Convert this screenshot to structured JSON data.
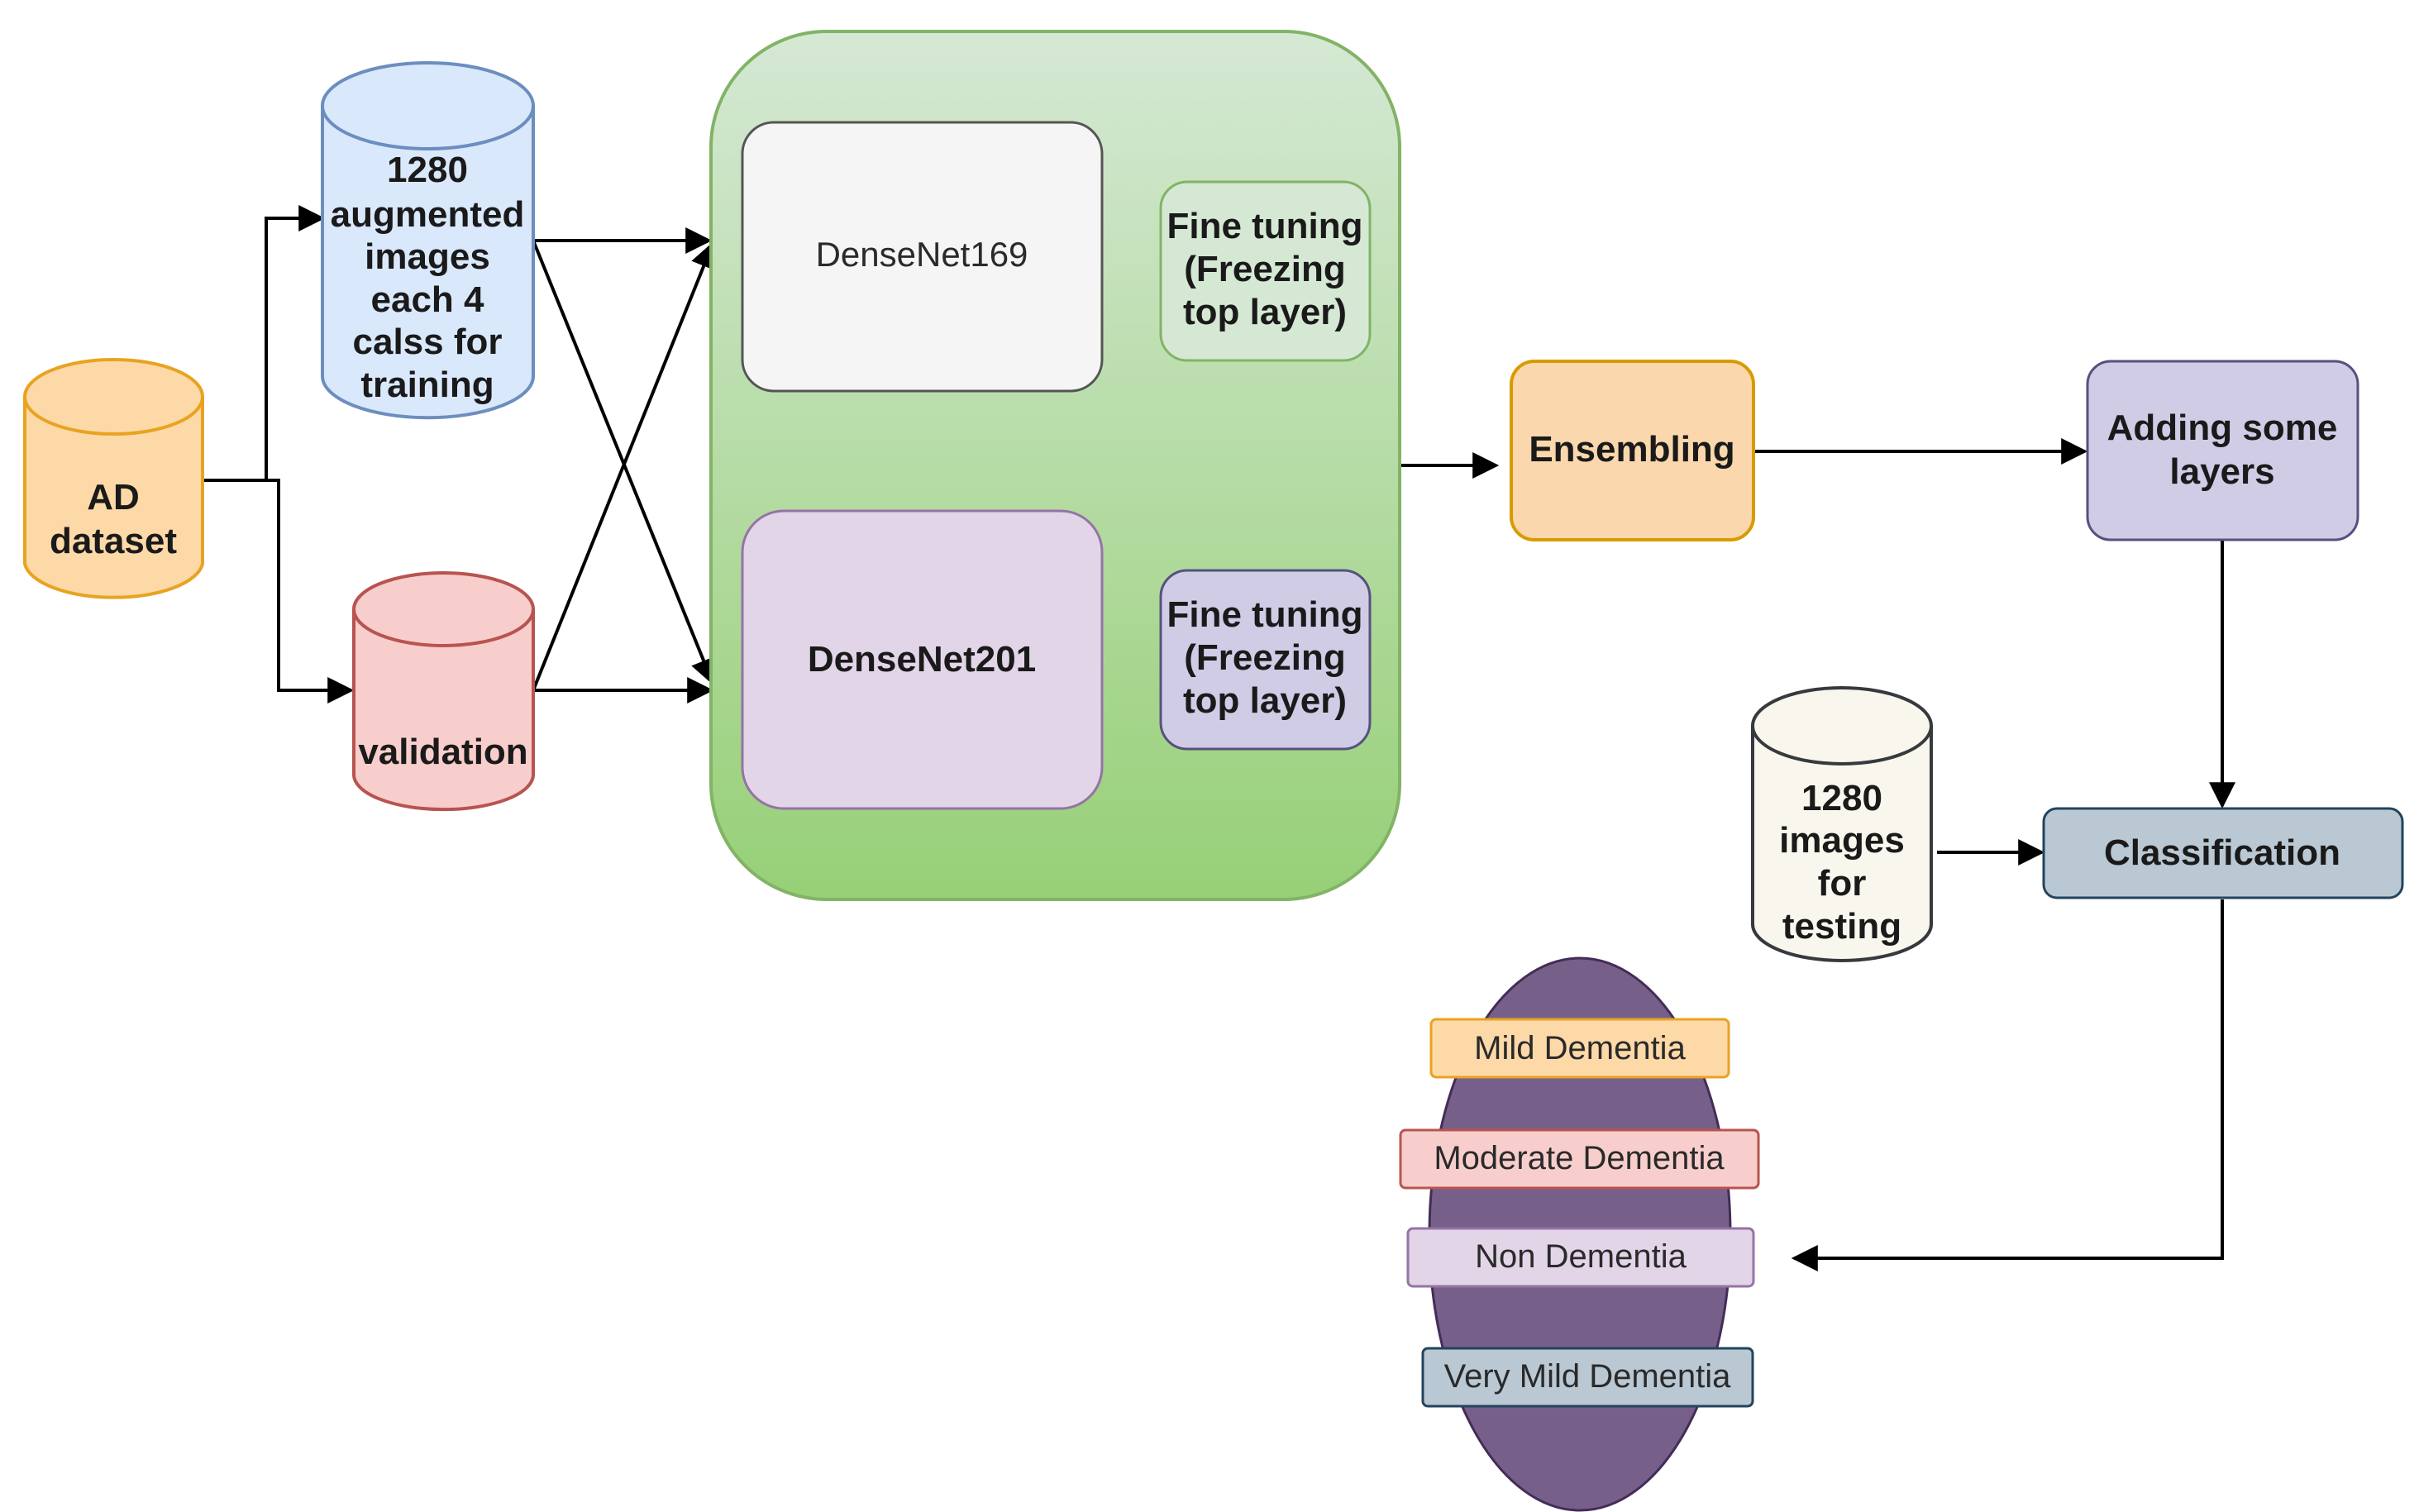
{
  "nodes": {
    "ad_dataset": [
      "AD",
      "dataset"
    ],
    "training": [
      "1280",
      "augmented",
      "images",
      "each 4",
      "calss for",
      "training"
    ],
    "validation": "validation",
    "densenet169": "DenseNet169",
    "densenet201": "DenseNet201",
    "finetune_top": [
      "Fine tuning",
      "(Freezing",
      "top layer)"
    ],
    "finetune_bottom": [
      "Fine tuning",
      "(Freezing",
      "top layer)"
    ],
    "ensembling": "Ensembling",
    "adding_layers": [
      "Adding some",
      "layers"
    ],
    "testing": [
      "1280",
      "images",
      "for",
      "testing"
    ],
    "classification": "Classification"
  },
  "classes": [
    "Mild Dementia",
    "Moderate Dementia",
    "Non Dementia",
    "Very Mild Dementia"
  ],
  "colors": {
    "orange_fill": "#fdd9a8",
    "orange_stroke": "#e8a321",
    "blue_fill": "#dae8fc",
    "blue_stroke": "#6c8ebf",
    "red_fill": "#f8cecc",
    "red_stroke": "#b85450",
    "green_top": "#d5e8d4",
    "green_bottom": "#97d077",
    "green_stroke": "#82b366",
    "purple_fill": "#e1d5e7",
    "purple_stroke": "#9673a6",
    "grayblue_fill": "#bac8d3",
    "grayblue_stroke": "#23445d",
    "white_fill": "#f5f5f5",
    "dark_purple": "#76608a",
    "cream_fill": "#f9f7ed"
  }
}
